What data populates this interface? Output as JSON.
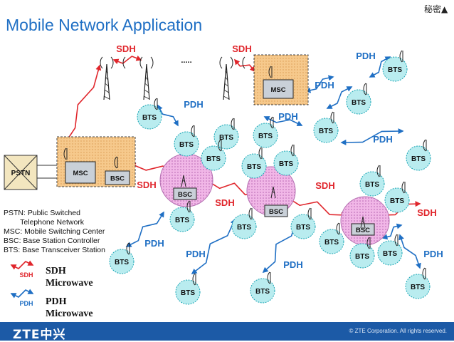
{
  "header": {
    "title": "Mobile Network Application",
    "secret_label": "秘密▲"
  },
  "labels": {
    "bts": "BTS",
    "bsc": "BSC",
    "msc": "MSC",
    "pstn": "PSTN",
    "sdh": "SDH",
    "pdh": "PDH",
    "ellipsis": "....."
  },
  "legend": {
    "line1": "PSTN: Public Switched",
    "line2": "        Telephone Network",
    "line3": "MSC: Mobile Switching Center",
    "line4": "BSC: Base Station Controller",
    "line5": "BTS: Base Transceiver Station",
    "sdh_tag": "SDH",
    "pdh_tag": "PDH",
    "sdh_line1": "SDH",
    "sdh_line2": "Microwave",
    "pdh_line1": "PDH",
    "pdh_line2": "Microwave"
  },
  "footer": {
    "logo": "ZTE中兴",
    "copyright": "© ZTE Corporation. All rights reserved."
  },
  "colors": {
    "title": "#1f6fc4",
    "sdh": "#e0262c",
    "pdh": "#1f6fc4",
    "bts_fill": "#b9ecef",
    "orange": "#f6c98c",
    "footer": "#1c5aa6"
  }
}
